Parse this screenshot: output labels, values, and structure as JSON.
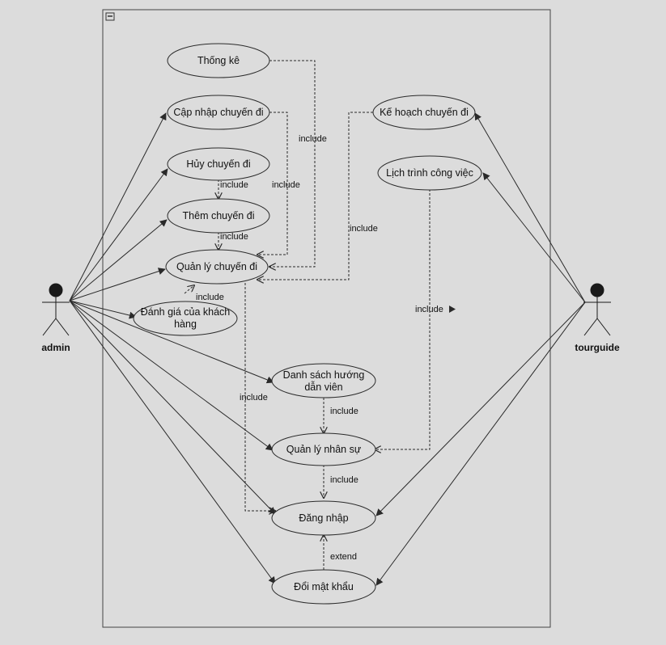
{
  "diagram": {
    "actors": {
      "admin": "admin",
      "tourguide": "tourguide"
    },
    "use_cases": {
      "thong_ke": [
        "Thống kê"
      ],
      "cap_nhap": [
        "Cập nhập chuyến đi"
      ],
      "huy": [
        "Hủy chuyến đi"
      ],
      "them": [
        "Thêm chuyến đi"
      ],
      "quan_ly_chuyen_di": [
        "Quản lý chuyến đi"
      ],
      "danh_gia": [
        "Đánh giá của khách",
        "hàng"
      ],
      "danh_sach_hdv": [
        "Danh sách hướng",
        "dẫn viên"
      ],
      "quan_ly_nhan_su": [
        "Quản lý nhân sự"
      ],
      "dang_nhap": [
        "Đăng nhập"
      ],
      "doi_mat_khau": [
        "Đổi mật khẩu"
      ],
      "ke_hoach": [
        "Kế hoạch chuyến đi"
      ],
      "lich_trinh": [
        "Lịch trình công việc"
      ]
    },
    "relations": {
      "include": "include",
      "extend": "extend"
    },
    "colors": {
      "background": "#dcdcdc",
      "line": "#2a2a2a",
      "ellipse_fill": "#dcdcdc",
      "actor_head": "#1a1a1a"
    }
  }
}
